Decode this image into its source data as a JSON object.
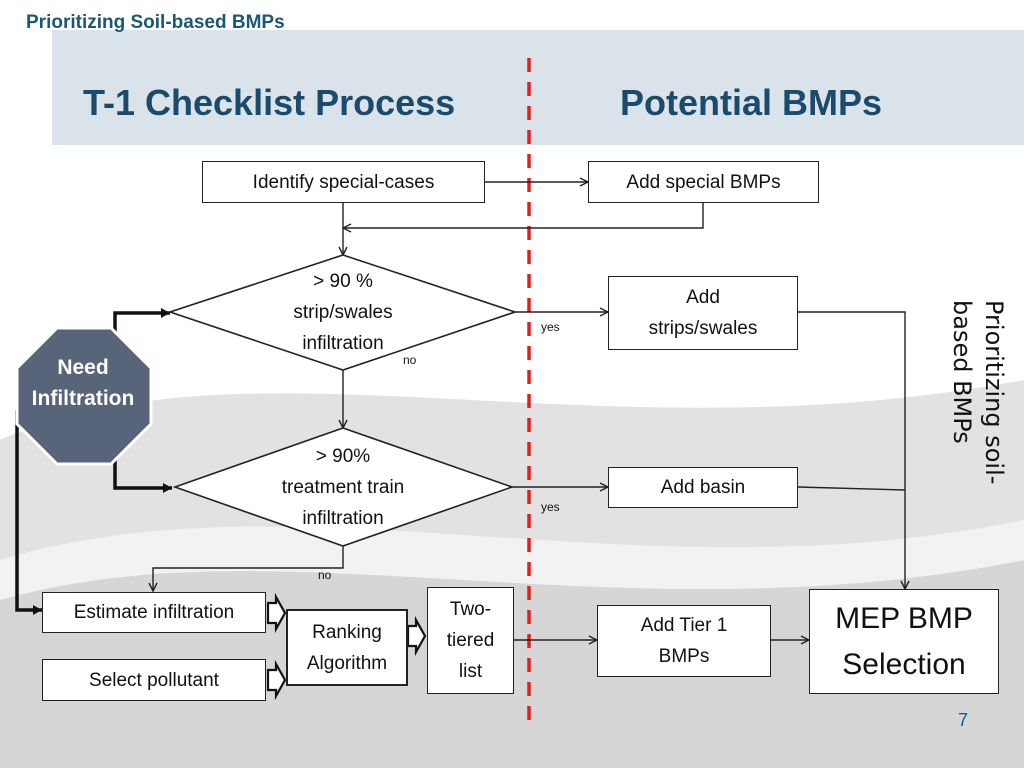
{
  "header": {
    "slide_kicker": "Prioritizing Soil-based BMPs",
    "title_left": "T-1 Checklist Process",
    "title_right": "Potential BMPs"
  },
  "nodes": {
    "identify_special_cases": "Identify special-cases",
    "add_special_bmps": "Add special BMPs",
    "decision_strip_line1": "> 90 %",
    "decision_strip_line2": "strip/swales",
    "decision_strip_line3": "infiltration",
    "add_strips_line1": "Add",
    "add_strips_line2": "strips/swales",
    "decision_train_line1": "> 90%",
    "decision_train_line2": "treatment train",
    "decision_train_line3": "infiltration",
    "add_basin": "Add basin",
    "need_infiltration_line1": "Need",
    "need_infiltration_line2": "Infiltration",
    "estimate_infiltration": "Estimate infiltration",
    "select_pollutant": "Select pollutant",
    "ranking_line1": "Ranking",
    "ranking_line2": "Algorithm",
    "two_tiered_line1": "Two-",
    "two_tiered_line2": "tiered",
    "two_tiered_line3": "list",
    "add_tier1_line1": "Add Tier 1",
    "add_tier1_line2": "BMPs",
    "mep_line1": "MEP BMP",
    "mep_line2": "Selection"
  },
  "edge_labels": {
    "yes_1": "yes",
    "no_1": "no",
    "yes_2": "yes",
    "no_2": "no"
  },
  "side_label": "Prioritizing soil-\nbased BMPs",
  "page_number": "7",
  "colors": {
    "title": "#1a4a6c",
    "header_band": "#dbe3ea",
    "stop_sign": "#58647a",
    "divider": "#e02020",
    "swoosh": "#d9d9d9"
  }
}
